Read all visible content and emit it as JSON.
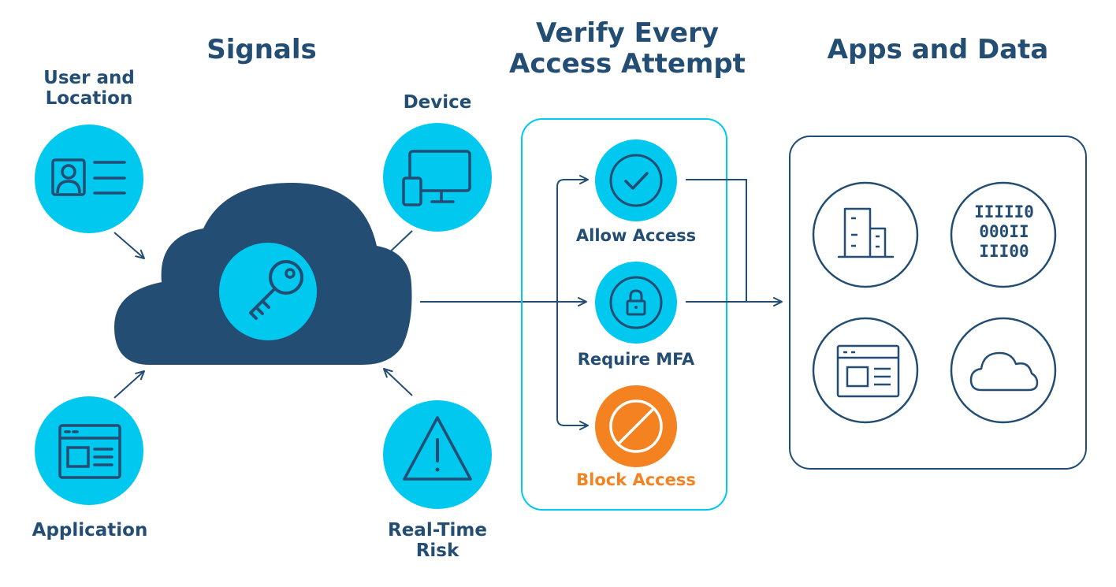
{
  "sections": {
    "signals_title": "Signals",
    "verify_title_line1": "Verify Every",
    "verify_title_line2": "Access Attempt",
    "apps_title": "Apps and Data"
  },
  "signals": {
    "user_line1": "User and",
    "user_line2": "Location",
    "device": "Device",
    "application": "Application",
    "risk_line1": "Real-Time",
    "risk_line2": "Risk"
  },
  "decisions": {
    "allow": "Allow Access",
    "mfa": "Require MFA",
    "block": "Block Access"
  },
  "binary": {
    "row1": "IIIII0",
    "row2": "000II",
    "row3": "III00"
  },
  "colors": {
    "navy": "#234d73",
    "cyan": "#00c8ef",
    "orange": "#f58220"
  }
}
